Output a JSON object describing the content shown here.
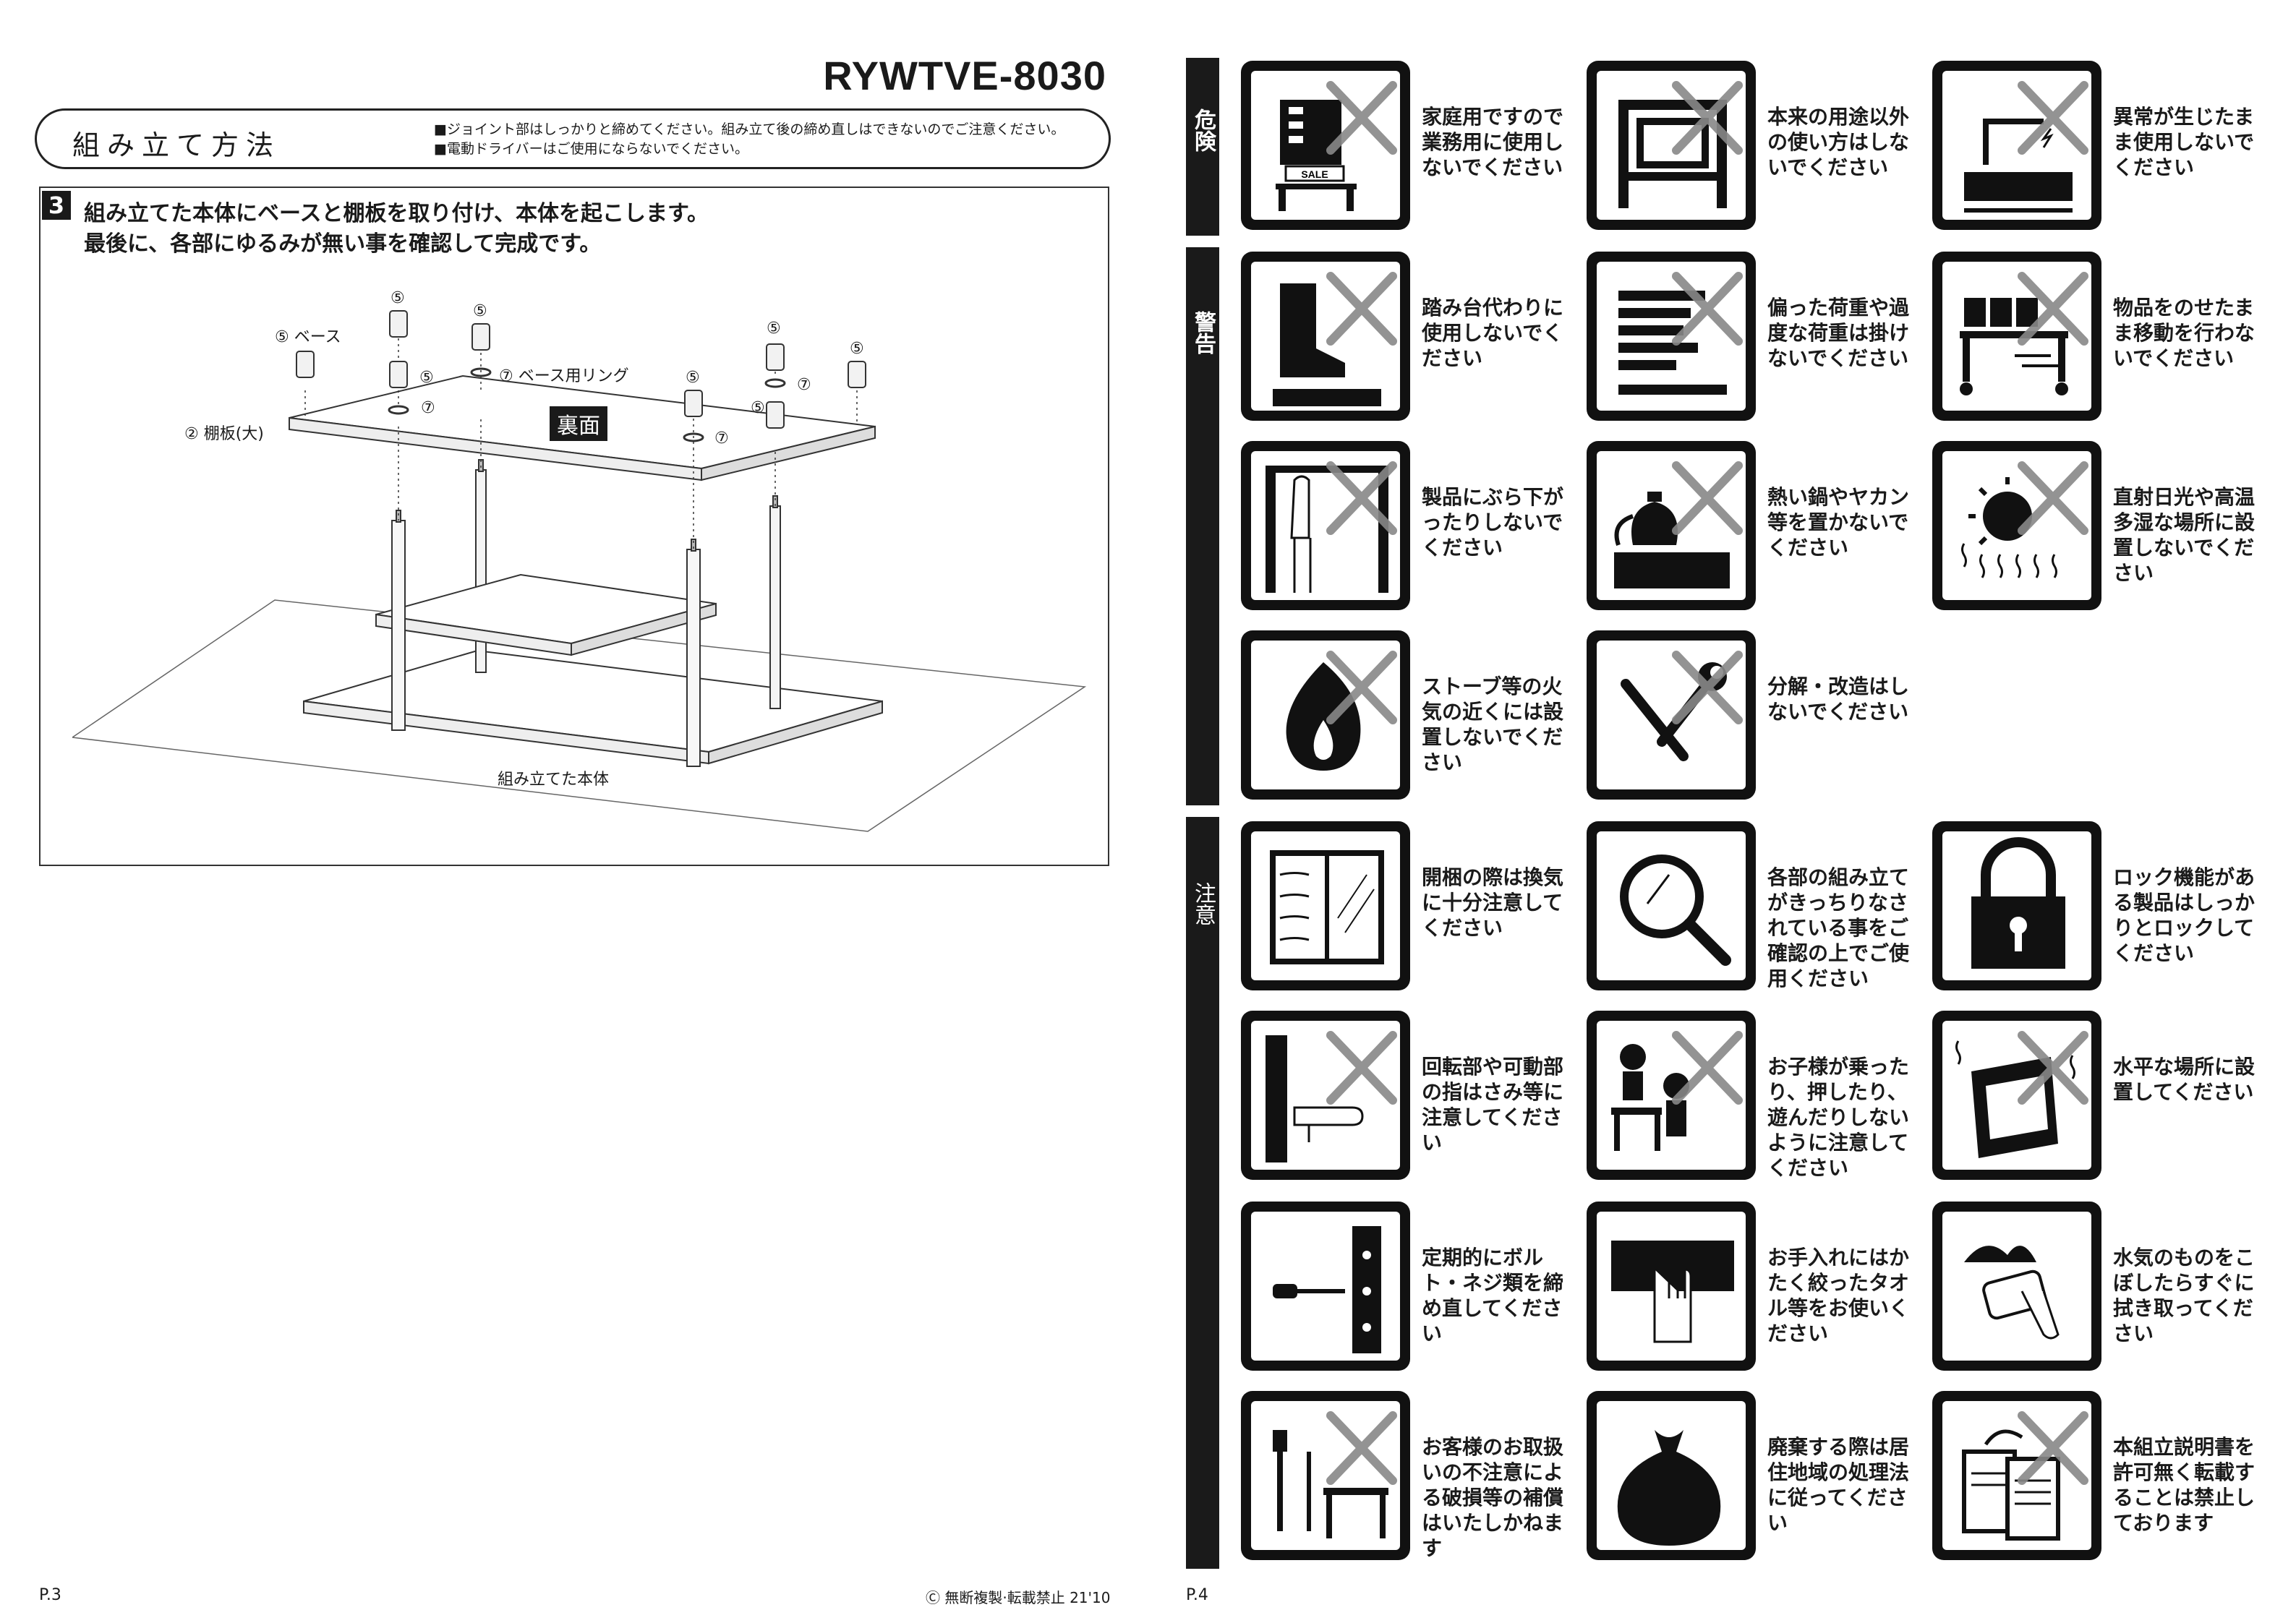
{
  "left_page": {
    "model": "RYWTVE-8030",
    "method_title": "組み立て方法",
    "notes": [
      "■ジョイント部はしっかりと締めてください。組み立て後の締め直しはできないのでご注意ください。",
      "■電動ドライバーはご使用にならないでください。"
    ],
    "step_number": "3",
    "step_text_1": "組み立てた本体にベースと棚板を取り付け、本体を起こします。",
    "step_text_2": "最後に、各部にゆるみが無い事を確認して完成です。",
    "diagram_labels": {
      "base": "⑤ ベース",
      "ring": "⑦ ベース用リング",
      "shelf": "② 棚板(大)",
      "reverse": "裏面",
      "body": "組み立てた本体",
      "n5": "⑤",
      "n7": "⑦"
    },
    "page_number": "P.3",
    "copyright": "Ⓒ 無断複製·転載禁止 21'10"
  },
  "right_page": {
    "page_number": "P.4",
    "categories": {
      "danger": "危険",
      "warning": "警告",
      "caution": "注意"
    },
    "items": [
      {
        "caption": "家庭用ですので業務用に使用しないでください",
        "icon": "sale-shop-icon",
        "prohibited": true
      },
      {
        "caption": "本来の用途以外の使い方はしないでください",
        "icon": "tv-stand-icon",
        "prohibited": true
      },
      {
        "caption": "異常が生じたまま使用しないでください",
        "icon": "broken-fixture-icon",
        "prohibited": true
      },
      {
        "caption": "踏み台代わりに使用しないでください",
        "icon": "boot-step-icon",
        "prohibited": true
      },
      {
        "caption": "偏った荷重や過度な荷重は掛けないでください",
        "icon": "overload-icon",
        "prohibited": true
      },
      {
        "caption": "物品をのせたまま移動を行わないでください",
        "icon": "moving-cart-icon",
        "prohibited": true
      },
      {
        "caption": "製品にぶら下がったりしないでください",
        "icon": "hanging-hand-icon",
        "prohibited": true
      },
      {
        "caption": "熱い鍋やヤカン等を置かないでください",
        "icon": "hot-kettle-icon",
        "prohibited": true
      },
      {
        "caption": "直射日光や高温多湿な場所に設置しないでください",
        "icon": "sun-humidity-icon",
        "prohibited": true
      },
      {
        "caption": "ストーブ等の火気の近くには設置しないでください",
        "icon": "fire-icon",
        "prohibited": true
      },
      {
        "caption": "分解・改造はしないでください",
        "icon": "tools-icon",
        "prohibited": true
      },
      {
        "caption": "開梱の際は換気に十分注意してください",
        "icon": "window-ventilation-icon",
        "prohibited": false
      },
      {
        "caption": "各部の組み立てがきっちりなされている事をご確認の上でご使用ください",
        "icon": "magnifier-icon",
        "prohibited": false
      },
      {
        "caption": "ロック機能がある製品はしっかりとロックしてください",
        "icon": "padlock-icon",
        "prohibited": false
      },
      {
        "caption": "回転部や可動部の指はさみ等に注意してください",
        "icon": "finger-pinch-icon",
        "prohibited": true
      },
      {
        "caption": "お子様が乗ったり、押したり、遊んだりしないように注意してください",
        "icon": "children-icon",
        "prohibited": true
      },
      {
        "caption": "水平な場所に設置してください",
        "icon": "tilted-furniture-icon",
        "prohibited": true
      },
      {
        "caption": "定期的にボルト・ネジ類を締め直してください",
        "icon": "screwdriver-bolt-icon",
        "prohibited": false
      },
      {
        "caption": "お手入れにはかたく絞ったタオル等をお使いください",
        "icon": "cloth-hand-icon",
        "prohibited": false
      },
      {
        "caption": "水気のものをこぼしたらすぐに拭き取ってください",
        "icon": "wipe-spill-icon",
        "prohibited": false
      },
      {
        "caption": "お客様のお取扱いの不注意による破損等の補償はいたしかねます",
        "icon": "damage-tools-icon",
        "prohibited": true
      },
      {
        "caption": "廃棄する際は居住地域の処理法に従ってください",
        "icon": "garbage-bag-icon",
        "prohibited": false
      },
      {
        "caption": "本組立説明書を許可無く転載することは禁止しております",
        "icon": "copy-document-icon",
        "prohibited": true
      }
    ]
  }
}
